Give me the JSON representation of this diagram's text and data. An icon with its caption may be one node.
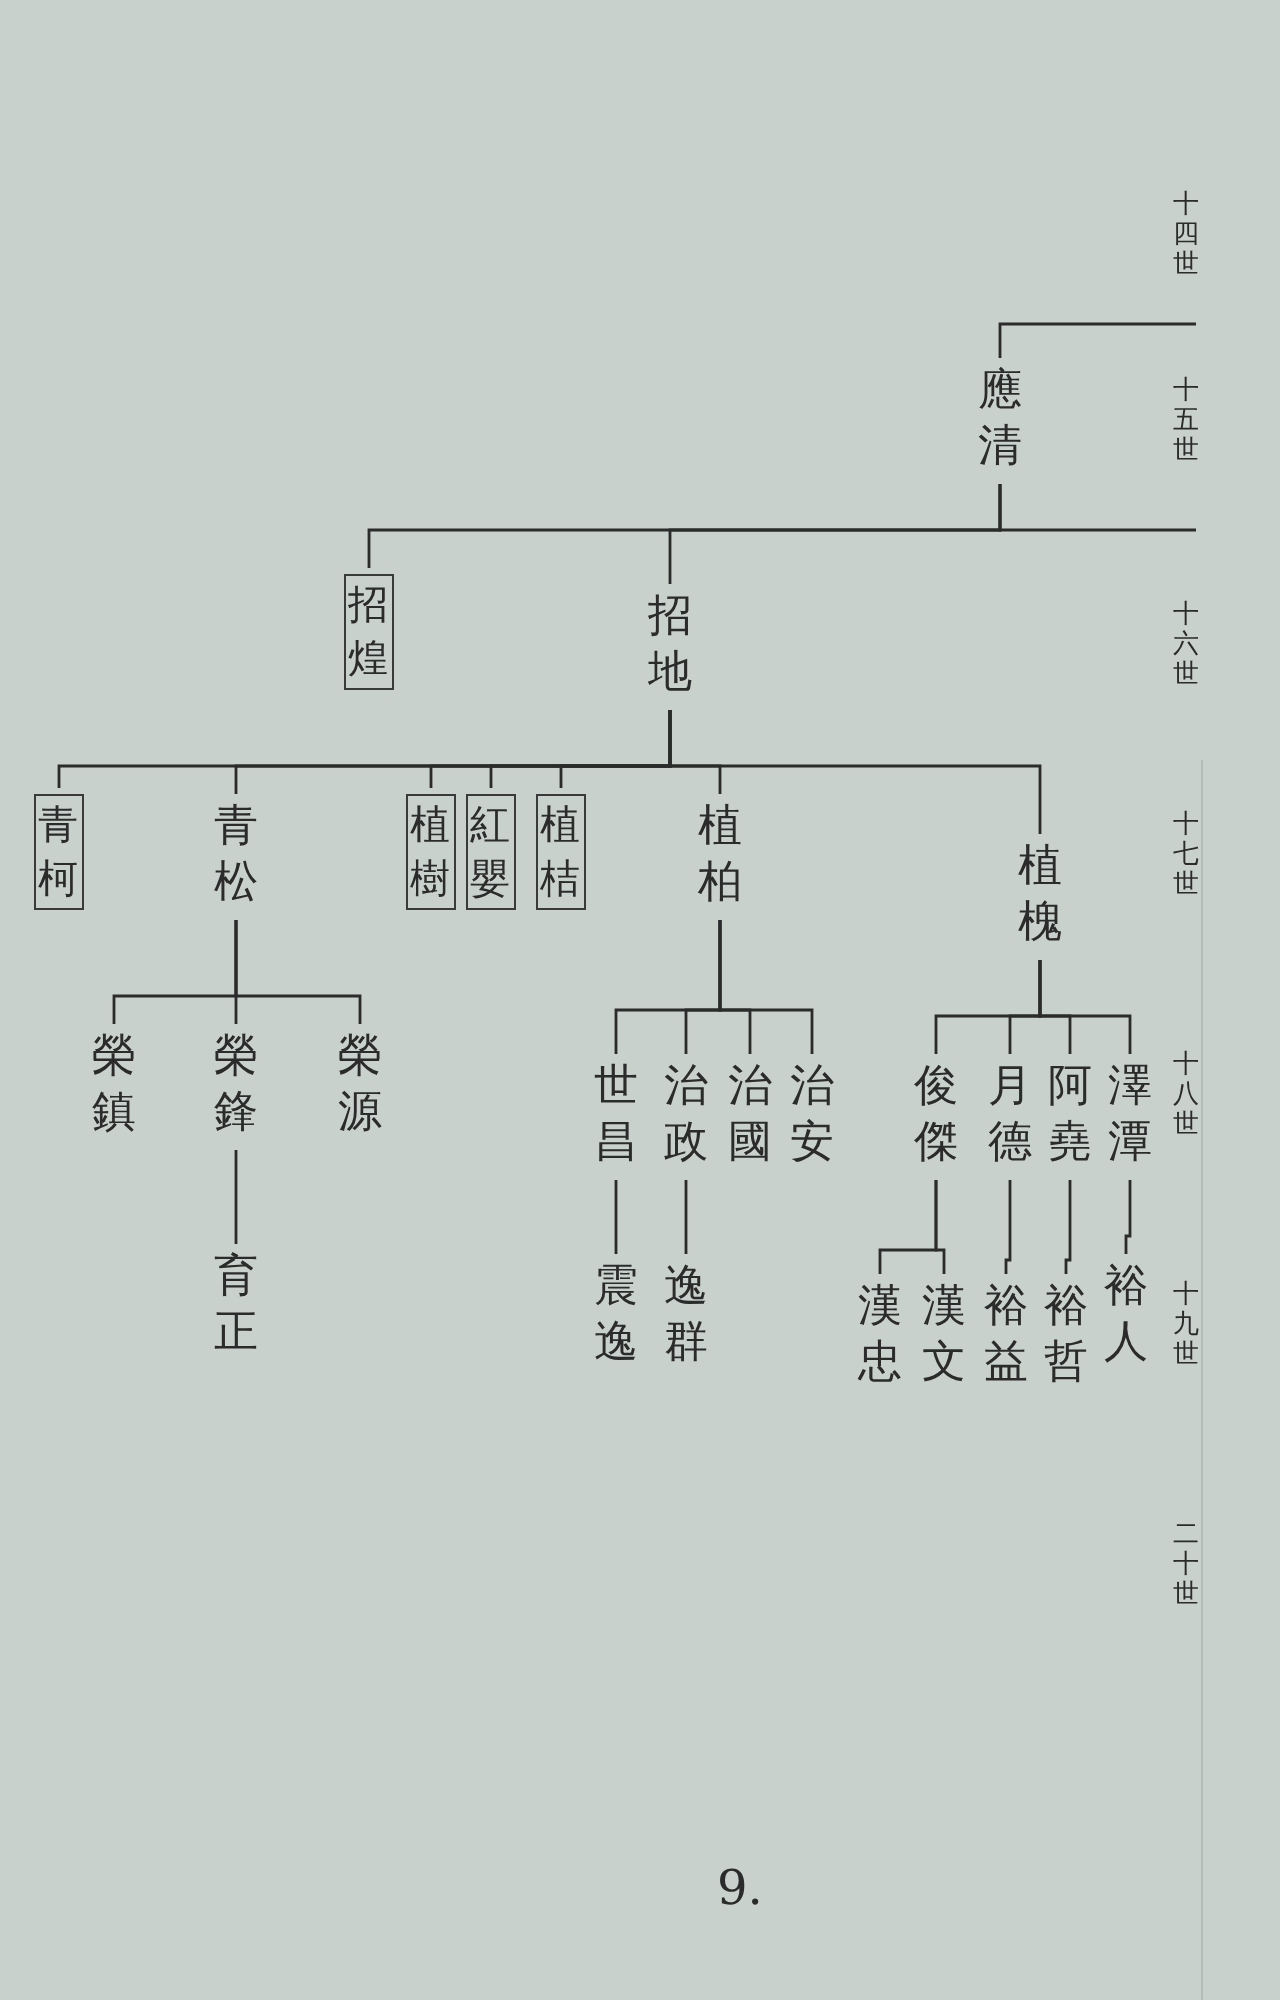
{
  "diagram": {
    "nodes": [
      {
        "text": [
          "應清"
        ]
      },
      {
        "text": [
          "招煌"
        ]
      },
      {
        "text": [
          "招地"
        ]
      },
      {
        "text": [
          "青柯"
        ]
      },
      {
        "text": [
          "青松"
        ]
      },
      {
        "text": [
          "植樹"
        ]
      },
      {
        "text": [
          "紅嬰"
        ]
      },
      {
        "text": [
          "植桔"
        ]
      },
      {
        "text": [
          "植柏"
        ]
      },
      {
        "text": [
          "植槐"
        ]
      },
      {
        "text": [
          "榮鎮"
        ]
      },
      {
        "text": [
          "榮鋒"
        ]
      },
      {
        "text": [
          "榮源"
        ]
      },
      {
        "text": [
          "育正"
        ]
      },
      {
        "text": [
          "世昌"
        ]
      },
      {
        "text": [
          "治政"
        ]
      },
      {
        "text": [
          "治國"
        ]
      },
      {
        "text": [
          "治安"
        ]
      },
      {
        "text": [
          "震逸"
        ]
      },
      {
        "text": [
          "逸群"
        ]
      },
      {
        "text": [
          "俊傑"
        ]
      },
      {
        "text": [
          "月德"
        ]
      },
      {
        "text": [
          "阿堯"
        ]
      },
      {
        "text": [
          "澤潭"
        ]
      },
      {
        "text": [
          "漢忠"
        ]
      },
      {
        "text": [
          "漢文"
        ]
      },
      {
        "text": [
          "裕益"
        ]
      },
      {
        "text": [
          "裕哲"
        ]
      },
      {
        "text": [
          "裕人"
        ]
      }
    ],
    "edges": [
      {
        "from": null,
        "to": 0,
        "arrow": "none"
      },
      {
        "from": 0,
        "to": null,
        "arrow": "none"
      },
      {
        "from": 0,
        "to": 1,
        "arrow": "none"
      },
      {
        "from": 0,
        "to": 2,
        "arrow": "none"
      },
      {
        "from": 2,
        "to": 3,
        "arrow": "none"
      },
      {
        "from": 2,
        "to": 4,
        "arrow": "none"
      },
      {
        "from": 2,
        "to": 5,
        "arrow": "none"
      },
      {
        "from": 2,
        "to": 6,
        "arrow": "none"
      },
      {
        "from": 2,
        "to": 7,
        "arrow": "none"
      },
      {
        "from": 2,
        "to": 8,
        "arrow": "none"
      },
      {
        "from": 2,
        "to": 9,
        "arrow": "none"
      },
      {
        "from": 4,
        "to": 10,
        "arrow": "none"
      },
      {
        "from": 4,
        "to": 11,
        "arrow": "none"
      },
      {
        "from": 4,
        "to": 12,
        "arrow": "none"
      },
      {
        "from": 11,
        "to": 13,
        "arrow": "none"
      },
      {
        "from": 8,
        "to": 14,
        "arrow": "none"
      },
      {
        "from": 8,
        "to": 15,
        "arrow": "none"
      },
      {
        "from": 8,
        "to": 16,
        "arrow": "none"
      },
      {
        "from": 8,
        "to": 17,
        "arrow": "none"
      },
      {
        "from": 14,
        "to": 18,
        "arrow": "none"
      },
      {
        "from": 15,
        "to": 19,
        "arrow": "none"
      },
      {
        "from": 9,
        "to": 20,
        "arrow": "none"
      },
      {
        "from": 9,
        "to": 21,
        "arrow": "none"
      },
      {
        "from": 9,
        "to": 22,
        "arrow": "none"
      },
      {
        "from": 9,
        "to": 23,
        "arrow": "none"
      },
      {
        "from": 20,
        "to": 24,
        "arrow": "none"
      },
      {
        "from": 20,
        "to": 25,
        "arrow": "none"
      },
      {
        "from": 21,
        "to": 26,
        "arrow": "none"
      },
      {
        "from": 22,
        "to": 27,
        "arrow": "none"
      },
      {
        "from": 23,
        "to": 28,
        "arrow": "none"
      }
    ],
    "labels": [
      "十四世",
      "十五世",
      "十六世",
      "十七世",
      "十八世",
      "十九世",
      "二十世",
      "9."
    ]
  }
}
